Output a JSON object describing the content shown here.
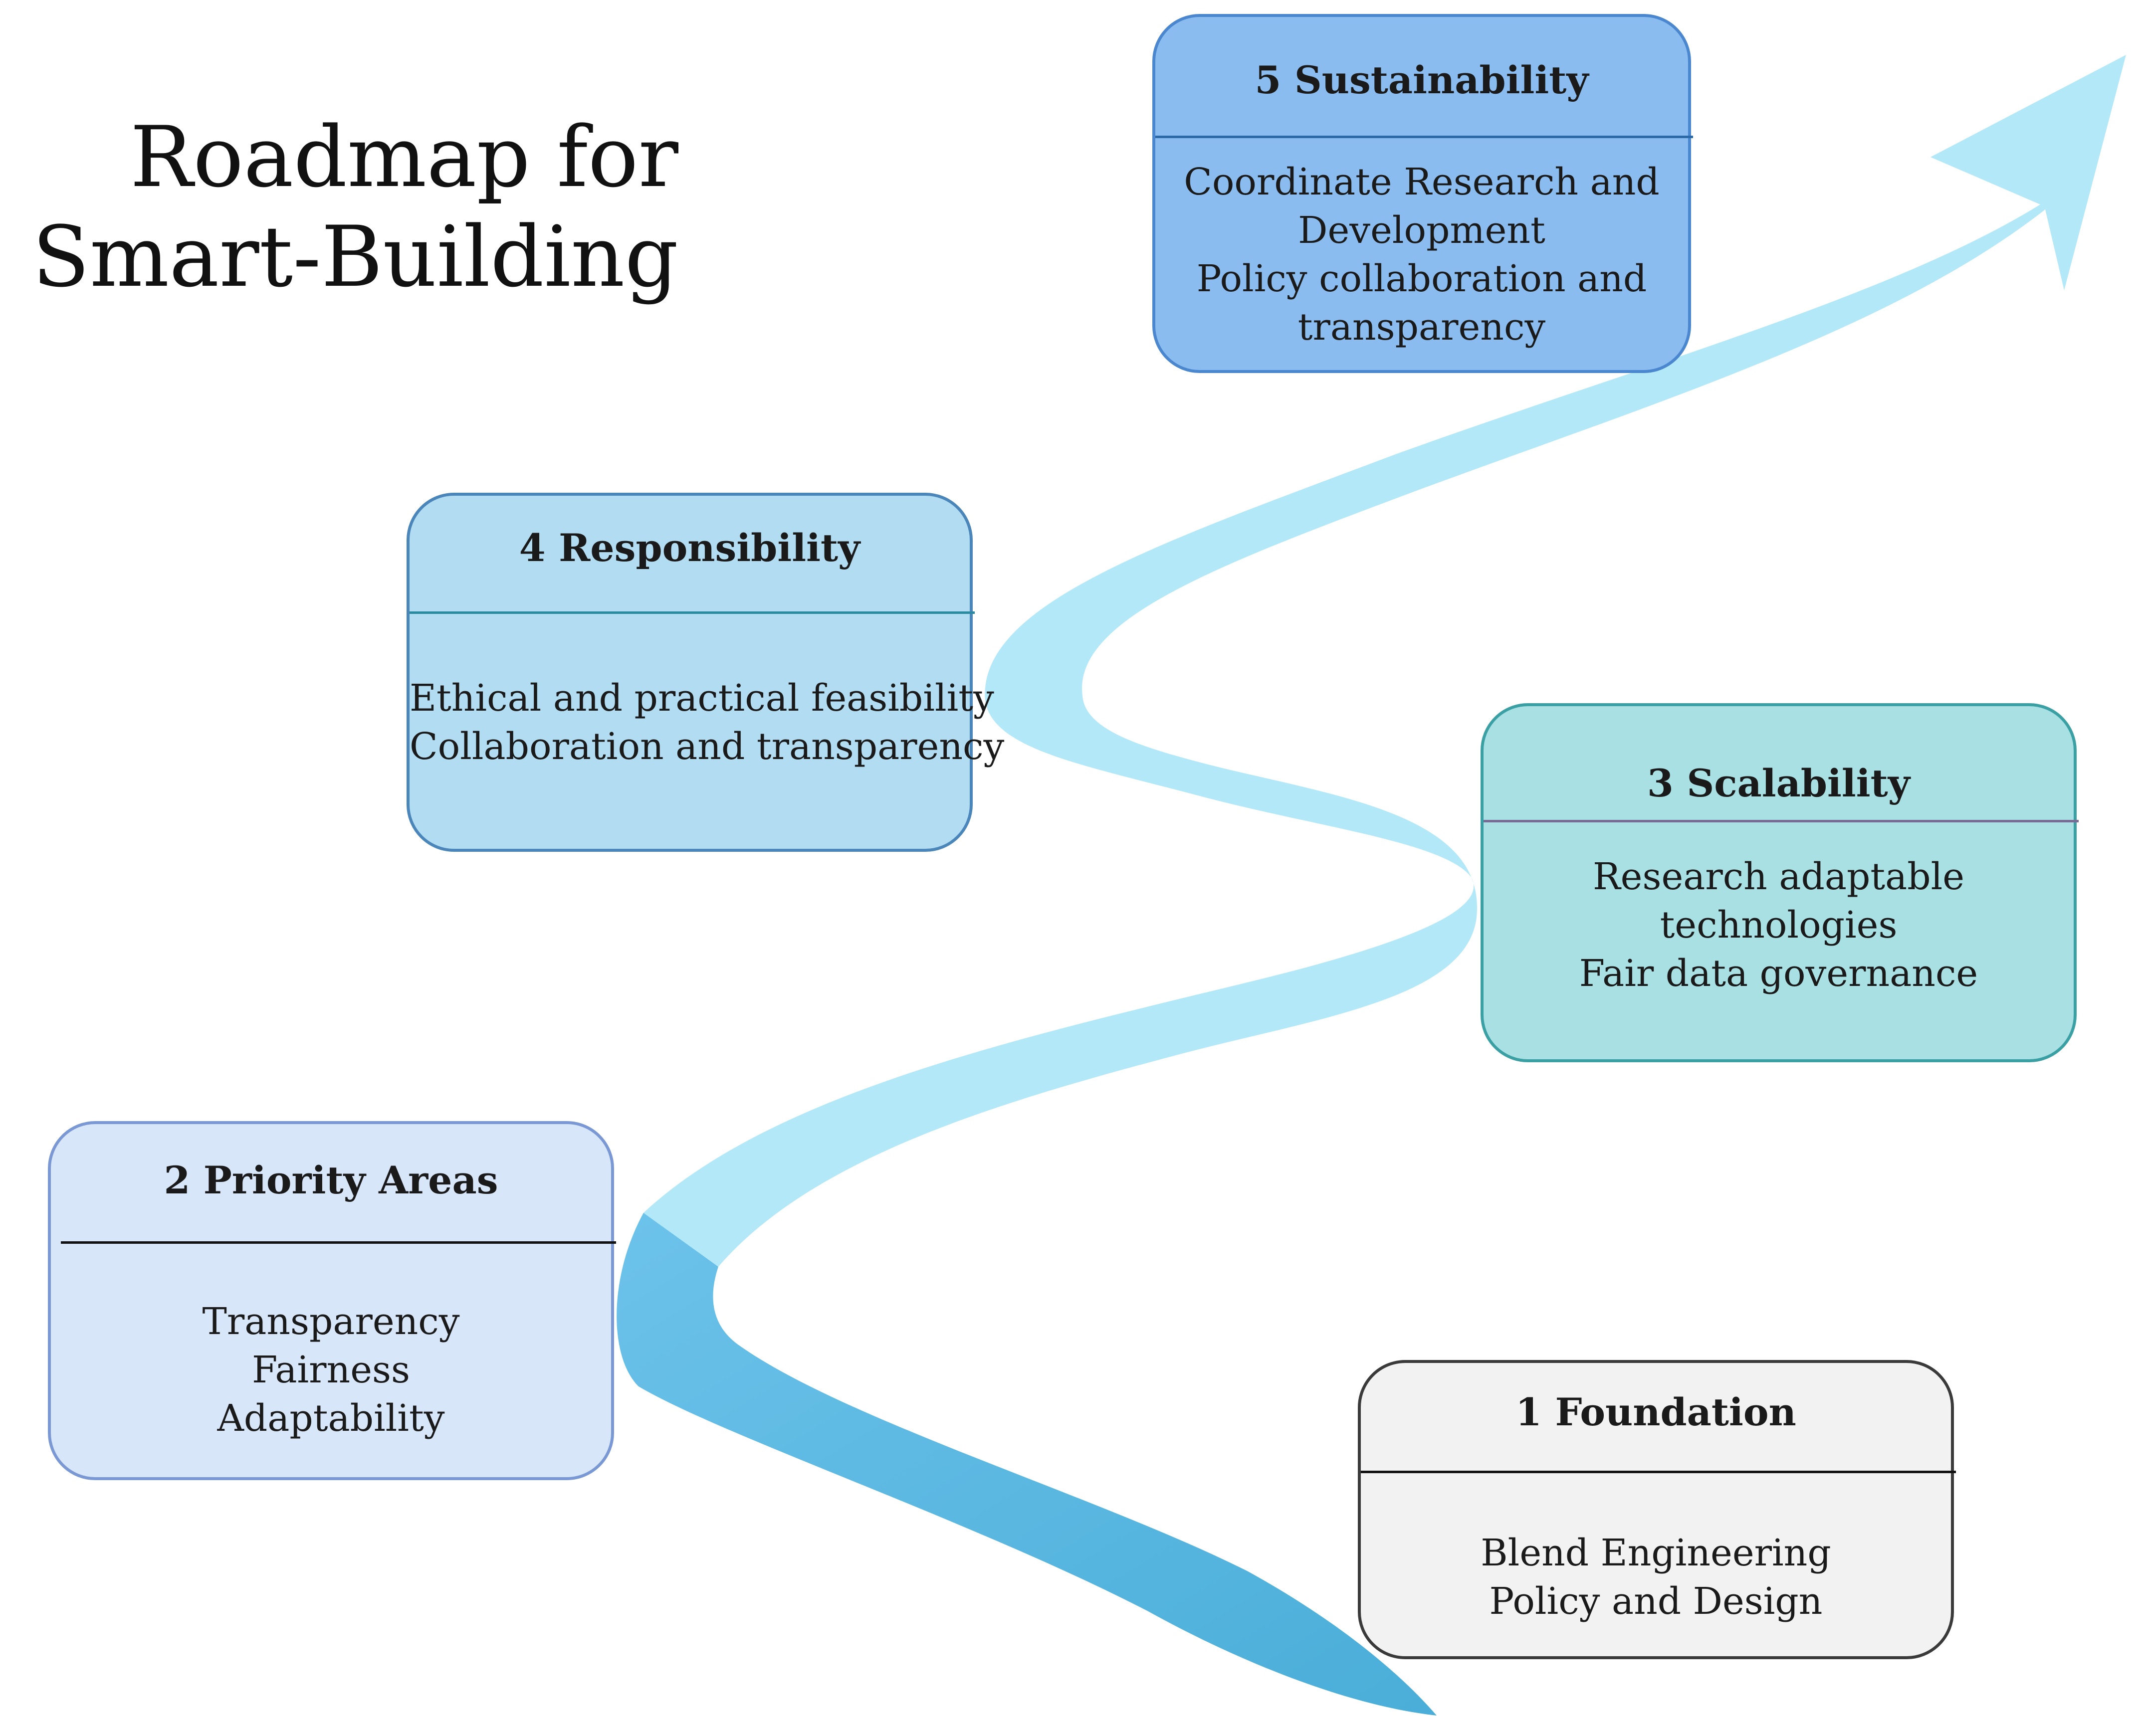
{
  "title": {
    "line1": "Roadmap for",
    "line2": "Smart-Building"
  },
  "colors": {
    "road_light": "#b3e8f8",
    "road_dark": "#64bde8",
    "road_tip": "#4aaed8",
    "stage5_fill": "#8bbcef",
    "stage4_fill": "#b2dcf1",
    "stage3_fill": "#a9e0e4",
    "stage2_fill": "#d8e6fa",
    "stage1_fill": "#f2f2f2"
  },
  "stages": {
    "s5": {
      "heading": "5 Sustainability",
      "lines": [
        "Coordinate Research and",
        "Development",
        "Policy collaboration and",
        "transparency"
      ]
    },
    "s4": {
      "heading": "4 Responsibility",
      "lines": [
        "Ethical and practical feasibility",
        "Collaboration and transparency"
      ]
    },
    "s3": {
      "heading": "3 Scalability",
      "lines": [
        "Research adaptable",
        "technologies",
        "Fair data governance"
      ]
    },
    "s2": {
      "heading": "2 Priority Areas",
      "lines": [
        "Transparency",
        "Fairness",
        "Adaptability"
      ]
    },
    "s1": {
      "heading": "1 Foundation",
      "lines": [
        "Blend Engineering",
        "Policy and Design"
      ]
    }
  }
}
